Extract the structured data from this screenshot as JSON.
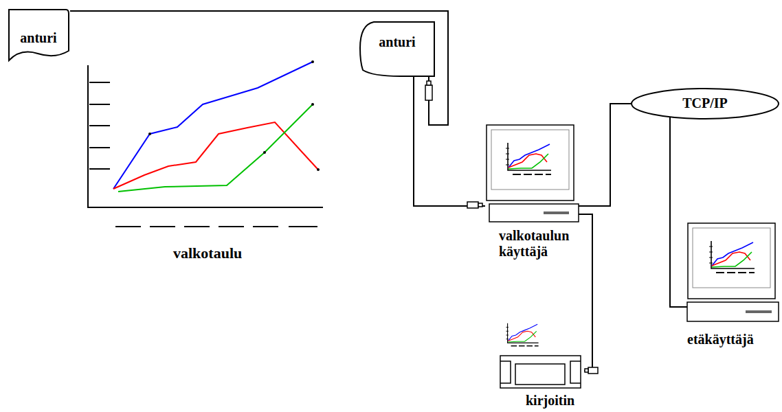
{
  "diagram": {
    "nodes": [
      {
        "text": [
          "anturi"
        ]
      },
      {
        "text": [
          "anturi"
        ]
      },
      {
        "text": [
          "TCP/IP"
        ]
      },
      {
        "text": [
          "valkotaulun käyttäjä"
        ]
      },
      {
        "text": [
          "etäkäyttäjä"
        ]
      },
      {
        "text": [
          "kirjoitin"
        ]
      }
    ],
    "edges": [
      {
        "from": 0,
        "to": 1,
        "arrow": "none"
      },
      {
        "from": 1,
        "to": 3,
        "arrow": "none"
      },
      {
        "from": 3,
        "to": 2,
        "arrow": "none"
      },
      {
        "from": 2,
        "to": 4,
        "arrow": "none"
      },
      {
        "from": 3,
        "to": 5,
        "arrow": "none"
      }
    ],
    "labels": [
      "valkotaulu"
    ]
  }
}
